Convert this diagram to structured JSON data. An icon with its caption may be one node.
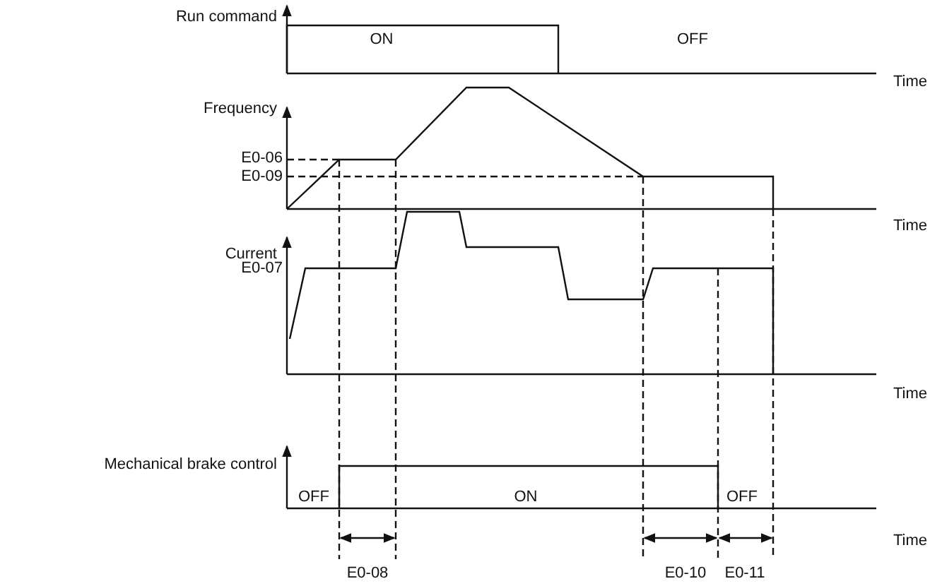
{
  "diagram": {
    "labels": [
      "Run command",
      "ON",
      "OFF",
      "Time",
      "Frequency",
      "E0-06",
      "E0-09",
      "Time",
      "Current",
      "E0-07",
      "Time",
      "Mechanical brake control",
      "OFF",
      "ON",
      "OFF",
      "Time",
      "E0-08",
      "E0-10",
      "E0-11"
    ]
  }
}
